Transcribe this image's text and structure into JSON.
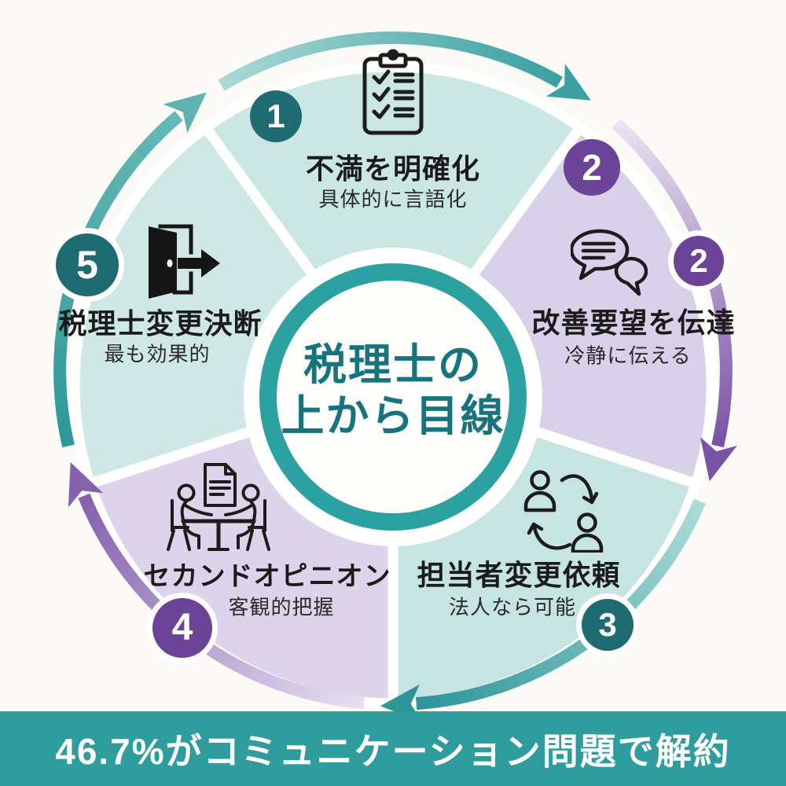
{
  "center": {
    "line1": "税理士の",
    "line2": "上から目線"
  },
  "steps": [
    {
      "number": "1",
      "title": "不満を明確化",
      "subtitle": "具体的に言語化",
      "icon": "clipboard-checklist-icon",
      "badge_color": "#1f6b72",
      "wedge_color": "#cbe7e3"
    },
    {
      "number": "2",
      "title": "改善要望を伝達",
      "subtitle": "冷静に伝える",
      "icon": "speech-bubbles-icon",
      "badge_color": "#6b4397",
      "wedge_color": "#d9d0ea"
    },
    {
      "number": "3",
      "title": "担当者変更依頼",
      "subtitle": "法人なら可能",
      "icon": "person-swap-icon",
      "badge_color": "#1f6b72",
      "wedge_color": "#c6e4e1"
    },
    {
      "number": "4",
      "title": "セカンドオピニオン",
      "subtitle": "客観的把握",
      "icon": "meeting-discussion-icon",
      "badge_color": "#6b3f9d",
      "wedge_color": "#ddd4eb"
    },
    {
      "number": "5",
      "title": "税理士変更決断",
      "subtitle": "最も効果的",
      "icon": "exit-door-icon",
      "badge_color": "#1f6f78",
      "wedge_color": "#cfe8e5"
    }
  ],
  "banner": {
    "text": "46.7%がコミュニケーション問題で解約",
    "bg": "#2f9d9e"
  },
  "colors": {
    "ring_teal": "#2ba1a1",
    "center_text": "#17737d",
    "arc_teal_dark": "#2d9598",
    "arc_teal_light": "#a9d9d5",
    "arc_purple_dark": "#7a52a6",
    "arc_purple_light": "#e7e0f2",
    "background": "#fbfaf7",
    "label_text": "#1b1b1b"
  }
}
